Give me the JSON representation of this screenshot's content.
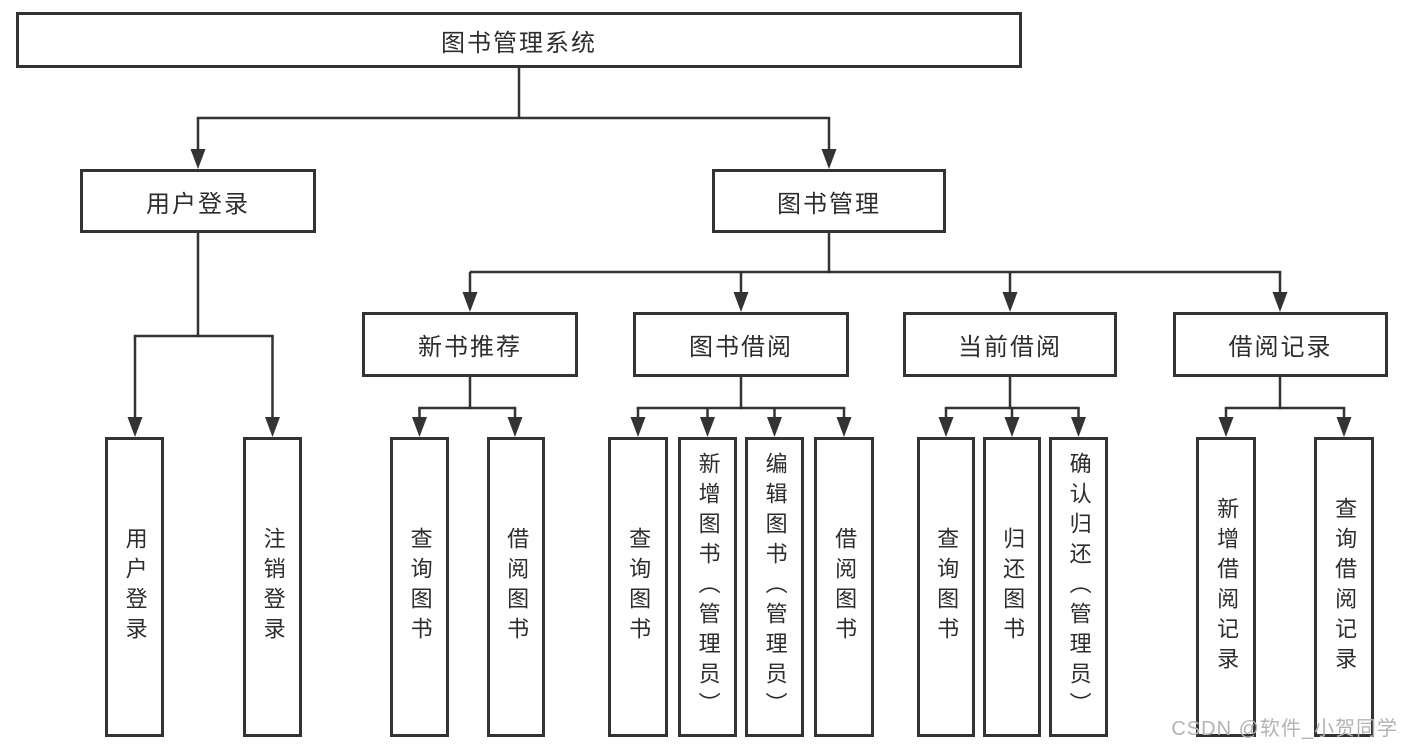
{
  "colors": {
    "line": "#333333",
    "text": "#2d2d2d",
    "watermark": "#b3b3b3",
    "background": "#ffffff",
    "box_fill": "#ffffff"
  },
  "watermark": {
    "text": "CSDN @软件_小贺同学"
  },
  "tree": {
    "root": {
      "label": "图书管理系统"
    },
    "children": [
      {
        "label": "用户登录",
        "children": [
          {
            "label": "用户登录"
          },
          {
            "label": "注销登录"
          }
        ]
      },
      {
        "label": "图书管理",
        "children": [
          {
            "label": "新书推荐",
            "children": [
              {
                "label": "查询图书"
              },
              {
                "label": "借阅图书"
              }
            ]
          },
          {
            "label": "图书借阅",
            "children": [
              {
                "label": "查询图书"
              },
              {
                "label": "新增图书（管理员）"
              },
              {
                "label": "编辑图书（管理员）"
              },
              {
                "label": "借阅图书"
              }
            ]
          },
          {
            "label": "当前借阅",
            "children": [
              {
                "label": "查询图书"
              },
              {
                "label": "归还图书"
              },
              {
                "label": "确认归还（管理员）"
              }
            ]
          },
          {
            "label": "借阅记录",
            "children": [
              {
                "label": "新增借阅记录"
              },
              {
                "label": "查询借阅记录"
              }
            ]
          }
        ]
      }
    ]
  }
}
